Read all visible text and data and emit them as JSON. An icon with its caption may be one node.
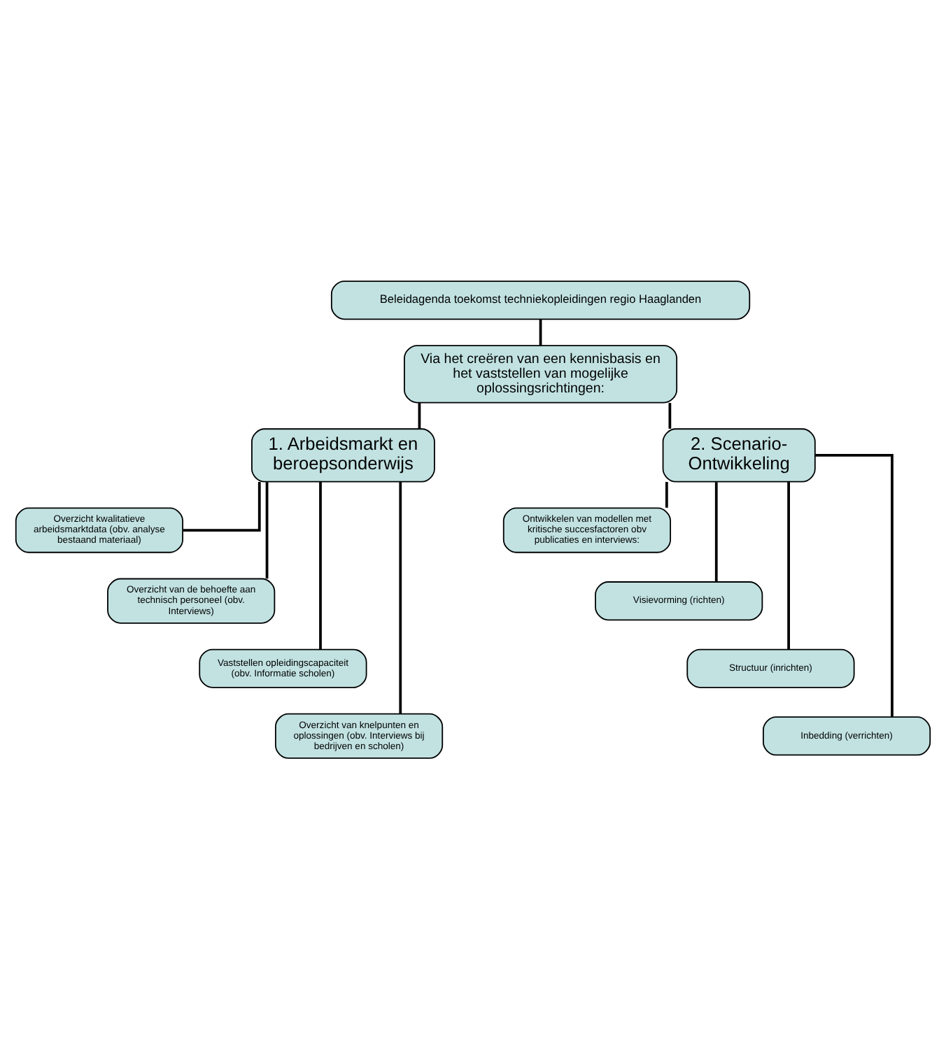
{
  "diagram": {
    "nodes": [
      {
        "text": [
          "Beleidagenda toekomst techniekopleidingen regio Haaglanden"
        ]
      },
      {
        "text": [
          "Via het creëren van een kennisbasis en het vaststellen van mogelijke oplossingsrichtingen:"
        ]
      },
      {
        "text": [
          "1. Arbeidsmarkt en beroepsonderwijs"
        ]
      },
      {
        "text": [
          "2. Scenario- Ontwikkeling"
        ]
      },
      {
        "text": [
          "Overzicht kwalitatieve arbeidsmarktdata (obv. analyse bestaand materiaal)"
        ]
      },
      {
        "text": [
          "Overzicht van de behoefte aan technisch personeel (obv. Interviews)"
        ]
      },
      {
        "text": [
          "Vaststellen opleidingscapaciteit (obv. Informatie scholen)"
        ]
      },
      {
        "text": [
          "Overzicht van knelpunten en oplossingen (obv. Interviews bij bedrijven en scholen)"
        ]
      },
      {
        "text": [
          "Ontwikkelen van modellen met kritische succesfactoren obv publicaties en interviews:"
        ]
      },
      {
        "text": [
          "Visievorming (richten)"
        ]
      },
      {
        "text": [
          "Structuur (inrichten)"
        ]
      },
      {
        "text": [
          "Inbedding (verrichten)"
        ]
      }
    ],
    "edges": [
      {
        "from": 0,
        "to": 1,
        "arrow": "none"
      },
      {
        "from": 1,
        "to": 2,
        "arrow": "none"
      },
      {
        "from": 1,
        "to": 3,
        "arrow": "none"
      },
      {
        "from": 2,
        "to": 4,
        "arrow": "none"
      },
      {
        "from": 2,
        "to": 5,
        "arrow": "none"
      },
      {
        "from": 2,
        "to": 6,
        "arrow": "none"
      },
      {
        "from": 2,
        "to": 7,
        "arrow": "none"
      },
      {
        "from": 3,
        "to": 8,
        "arrow": "none"
      },
      {
        "from": 3,
        "to": 9,
        "arrow": "none"
      },
      {
        "from": 3,
        "to": 10,
        "arrow": "none"
      },
      {
        "from": 3,
        "to": 11,
        "arrow": "none"
      }
    ]
  }
}
